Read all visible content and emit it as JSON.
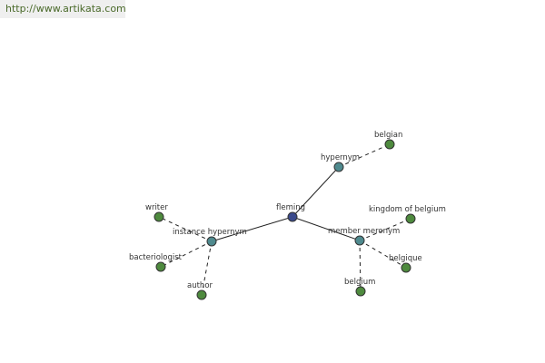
{
  "banner": {
    "url_text": "http://www.artikata.com"
  },
  "colors": {
    "root": "#3b4a8c",
    "relation": "#4f8a8e",
    "leaf": "#4e8a3e"
  },
  "graph": {
    "nodes": [
      {
        "id": "fleming",
        "label": "fleming",
        "kind": "root"
      },
      {
        "id": "hypernym",
        "label": "hypernym",
        "kind": "relation"
      },
      {
        "id": "belgian",
        "label": "belgian",
        "kind": "leaf"
      },
      {
        "id": "instance-hypernym",
        "label": "instance hypernym",
        "kind": "relation"
      },
      {
        "id": "writer",
        "label": "writer",
        "kind": "leaf"
      },
      {
        "id": "bacteriologist",
        "label": "bacteriologist",
        "kind": "leaf"
      },
      {
        "id": "author",
        "label": "author",
        "kind": "leaf"
      },
      {
        "id": "member-meronym",
        "label": "member meronym",
        "kind": "relation"
      },
      {
        "id": "kingdom-of-belgium",
        "label": "kingdom of belgium",
        "kind": "leaf"
      },
      {
        "id": "belgique",
        "label": "belgique",
        "kind": "leaf"
      },
      {
        "id": "belgium",
        "label": "belgium",
        "kind": "leaf"
      }
    ],
    "edges": [
      {
        "from": "fleming",
        "to": "hypernym",
        "style": "solid"
      },
      {
        "from": "fleming",
        "to": "instance-hypernym",
        "style": "solid"
      },
      {
        "from": "fleming",
        "to": "member-meronym",
        "style": "solid"
      },
      {
        "from": "hypernym",
        "to": "belgian",
        "style": "dashed"
      },
      {
        "from": "instance-hypernym",
        "to": "writer",
        "style": "dashed"
      },
      {
        "from": "instance-hypernym",
        "to": "bacteriologist",
        "style": "dashed"
      },
      {
        "from": "instance-hypernym",
        "to": "author",
        "style": "dashed"
      },
      {
        "from": "member-meronym",
        "to": "kingdom-of-belgium",
        "style": "dashed"
      },
      {
        "from": "member-meronym",
        "to": "belgique",
        "style": "dashed"
      },
      {
        "from": "member-meronym",
        "to": "belgium",
        "style": "dashed"
      }
    ]
  }
}
